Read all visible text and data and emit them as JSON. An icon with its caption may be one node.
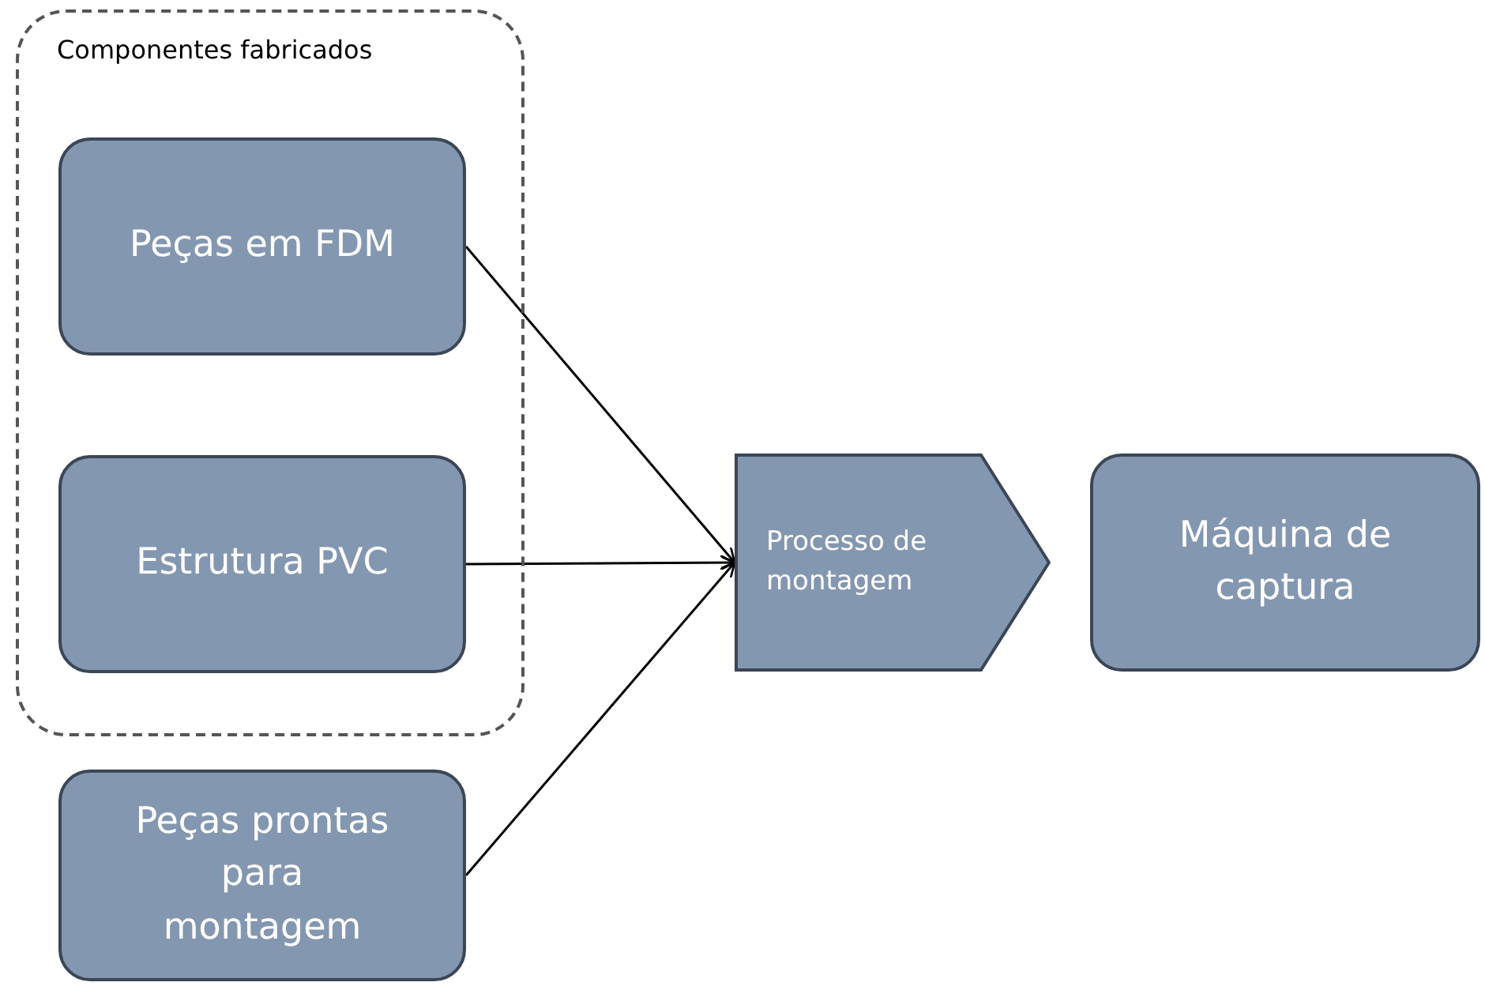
{
  "diagram": {
    "nodes": [
      {
        "text": [
          "Componentes fabricados"
        ]
      },
      {
        "text": [
          "Peças em FDM"
        ],
        "in": 0
      },
      {
        "text": [
          "Estrutura PVC"
        ],
        "in": 0
      },
      {
        "text": [
          "Peças prontas para montagem"
        ]
      },
      {
        "text": [
          "Processo de montagem"
        ]
      },
      {
        "text": [
          "Máquina de captura"
        ]
      }
    ],
    "edges": [
      {
        "from": 1,
        "to": 4,
        "arrow": "to"
      },
      {
        "from": 2,
        "to": 4,
        "arrow": "to"
      },
      {
        "from": 3,
        "to": 4,
        "arrow": "to"
      }
    ]
  }
}
